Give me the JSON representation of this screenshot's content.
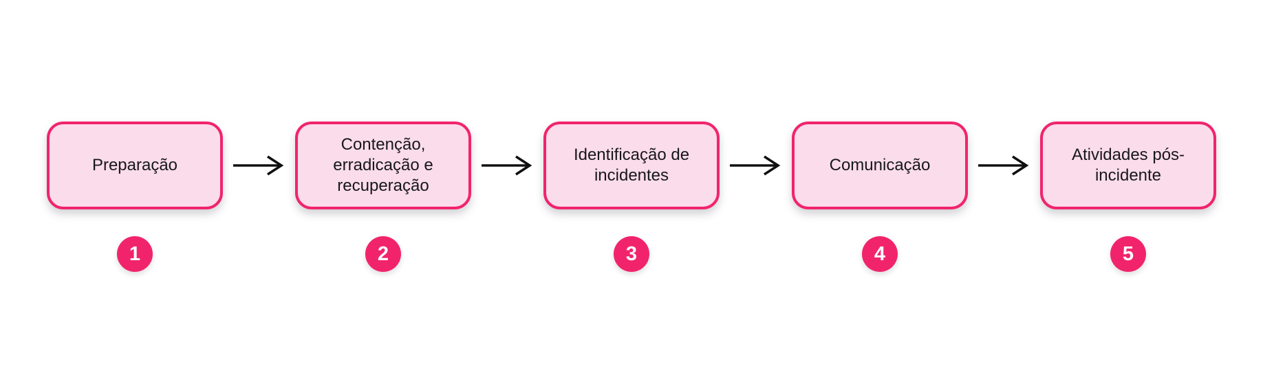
{
  "diagram": {
    "type": "flowchart",
    "direction": "left-to-right",
    "connector": "arrow-right",
    "colors": {
      "accent": "#F1246B",
      "box_fill": "#FBDCEB",
      "arrow": "#101010",
      "label_text": "#17171C",
      "number_text": "#FFFFFF",
      "background": "#FFFFFF"
    },
    "steps": [
      {
        "number": "1",
        "label": "Preparação"
      },
      {
        "number": "2",
        "label": "Contenção,\nerradicação e\nrecuperação"
      },
      {
        "number": "3",
        "label": "Identificação de\nincidentes"
      },
      {
        "number": "4",
        "label": "Comunicação"
      },
      {
        "number": "5",
        "label": "Atividades pós-\nincidente"
      }
    ]
  }
}
